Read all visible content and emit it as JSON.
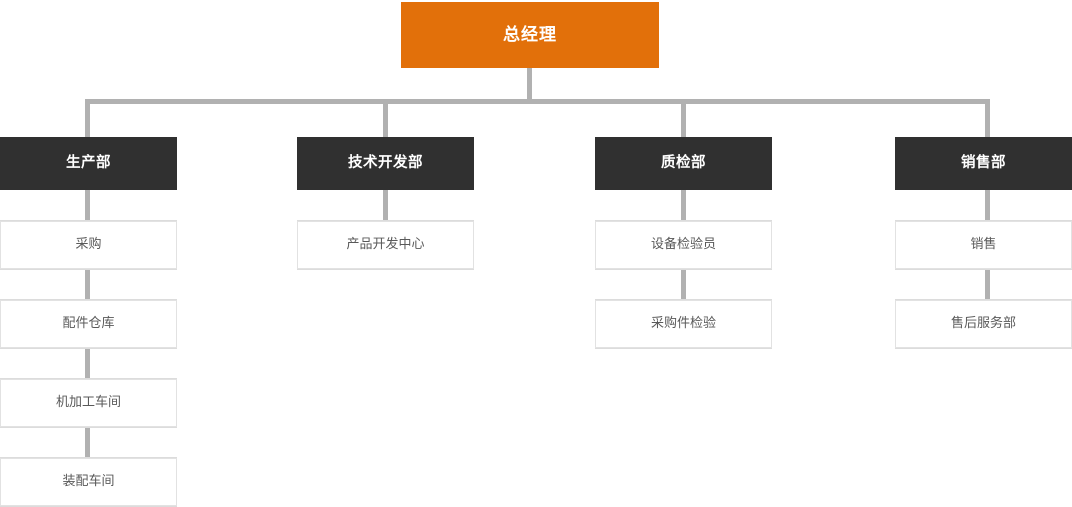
{
  "chart_title": "",
  "colors": {
    "root_bg": "#e2700a",
    "dept_bg": "#303030",
    "sub_bg": "#ffffff",
    "sub_border": "#e2e2e2",
    "connector": "#b1b1b1",
    "root_text": "#ffffff",
    "dept_text": "#ffffff",
    "sub_text": "#595959",
    "page_bg": "#ffffff"
  },
  "root": {
    "label": "总经理"
  },
  "departments": [
    {
      "label": "生产部",
      "children": [
        {
          "label": "采购"
        },
        {
          "label": "配件仓库"
        },
        {
          "label": "机加工车间"
        },
        {
          "label": "装配车间"
        }
      ]
    },
    {
      "label": "技术开发部",
      "children": [
        {
          "label": "产品开发中心"
        }
      ]
    },
    {
      "label": "质检部",
      "children": [
        {
          "label": "设备检验员"
        },
        {
          "label": "采购件检验"
        }
      ]
    },
    {
      "label": "销售部",
      "children": [
        {
          "label": "销售"
        },
        {
          "label": "售后服务部"
        }
      ]
    }
  ]
}
